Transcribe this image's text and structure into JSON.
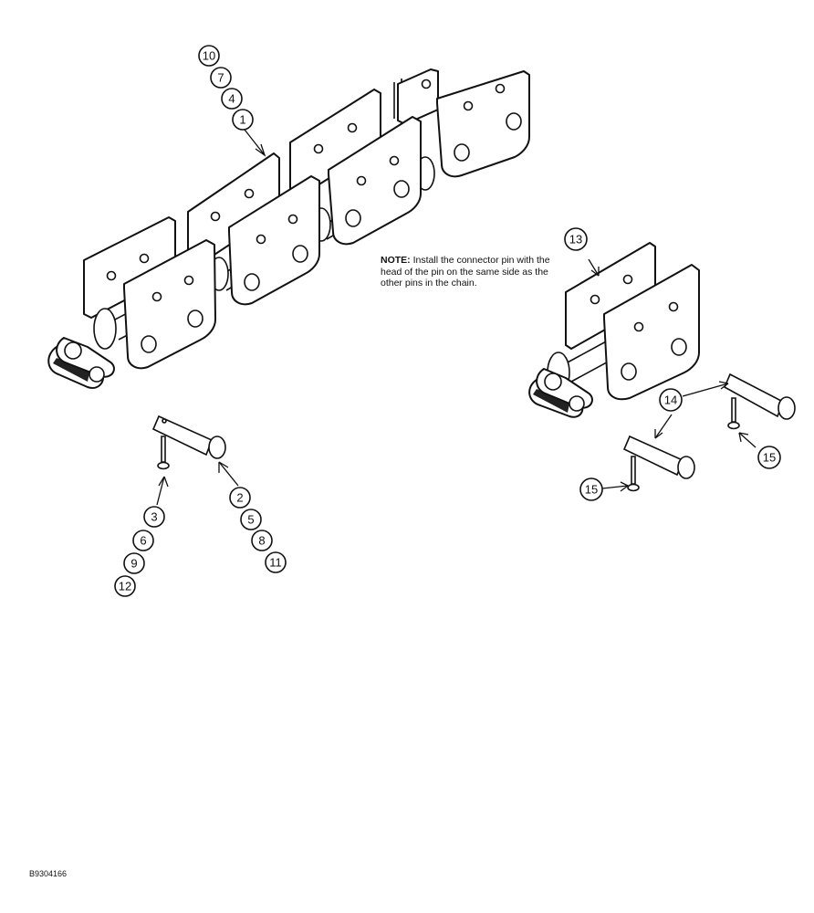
{
  "note": {
    "label": "NOTE:",
    "text": "Install the connector pin with the head of the pin on the same side as the other pins in the chain."
  },
  "figure_id": "B9304166",
  "callouts": {
    "chain_link": [
      "10",
      "7",
      "4",
      "1"
    ],
    "pin": [
      "2",
      "5",
      "8",
      "11"
    ],
    "cotter": [
      "3",
      "6",
      "9",
      "12"
    ],
    "connector_link": "13",
    "connector_pin": "14",
    "connector_cotter_a": "15",
    "connector_cotter_b": "15"
  }
}
